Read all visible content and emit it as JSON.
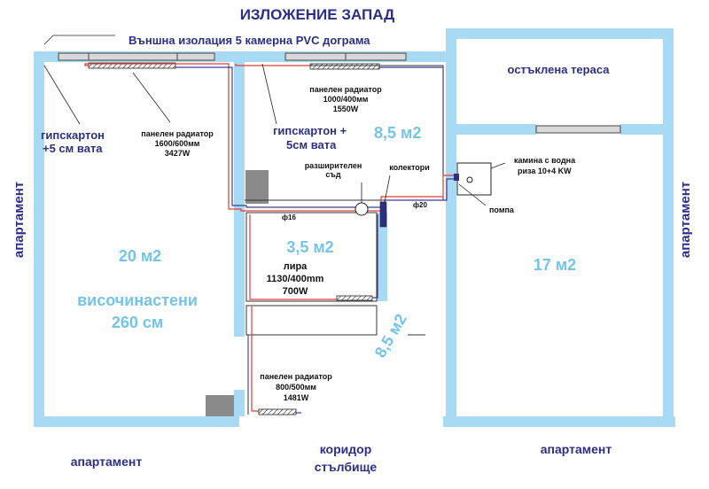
{
  "title": "ИЗЛОЖЕНИЕ ЗАПАД",
  "labels": {
    "outer_insulation": "Външна изолация 5 камерна PVC дограма",
    "drywall_left_1": "гипскартон",
    "drywall_left_2": "+5 см вата",
    "drywall_mid_1": "гипскартон +",
    "drywall_mid_2": "5см вата",
    "apartment_left": "апартамент",
    "apartment_right": "апартамент",
    "apartment_bottom_left": "апартамент",
    "apartment_bottom_right": "апартамент",
    "corridor_1": "коридор",
    "corridor_2": "стълбище",
    "terrace": "остъклена тераса",
    "expansion_1": "разширителен",
    "expansion_2": "съд",
    "collectors": "колектори",
    "pump": "помпа",
    "fireplace_1": "камина с водна",
    "fireplace_2": "риза 10+4 KW",
    "pipe_16": "ф16",
    "pipe_20": "ф20",
    "ceiling_1": "височинастени",
    "ceiling_2": "260 см"
  },
  "rooms": {
    "big_room_area": "20 м2",
    "mid_room_area": "8,5 м2",
    "small_room_area": "3,5 м2",
    "right_room_area": "17 м2",
    "hall_area": "8,5 м2"
  },
  "radiators": {
    "left": {
      "line1": "панелен радиатор",
      "line2": "1600/600мм",
      "line3": "3427W"
    },
    "mid": {
      "line1": "панелен радиатор",
      "line2": "1000/400мм",
      "line3": "1550W"
    },
    "lyra": {
      "line1": "лира",
      "line2": "1130/400mm",
      "line3": "700W"
    },
    "bottom": {
      "line1": "панелен радиатор",
      "line2": "800/500мм",
      "line3": "1481W"
    }
  },
  "colors": {
    "wall": "#a8daf4",
    "text_navy": "#2b2f86",
    "text_cyan": "#74c4ea",
    "pipe_red": "#e03c3c",
    "pipe_dark": "#3a3f8f",
    "gray_block": "#8a8a8a"
  }
}
